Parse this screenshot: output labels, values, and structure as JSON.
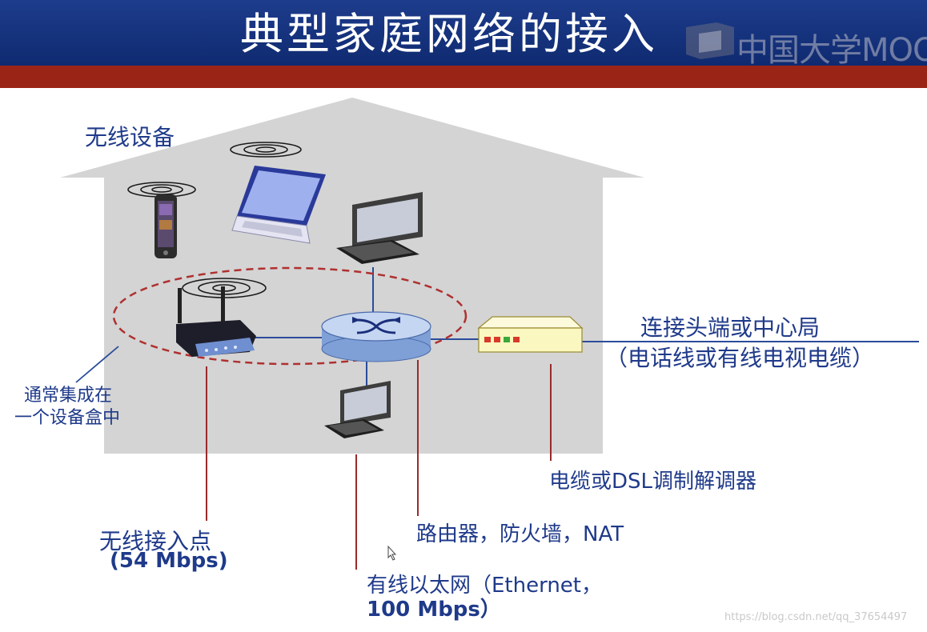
{
  "header": {
    "title": "典型家庭网络的接入",
    "logo_text": "中国大学MOOC"
  },
  "labels": {
    "wireless_devices": "无线设备",
    "headend_line1": "连接头端或中心局",
    "headend_line2": "（电话线或有线电视电缆）",
    "integrated_line1": "通常集成在",
    "integrated_line2": "一个设备盒中",
    "modem": "电缆或DSL调制解调器",
    "router": "路由器，防火墙，NAT",
    "ap_line1": "无线接入点",
    "ap_line2": "(54 Mbps)",
    "ethernet_line1": "有线以太网（Ethernet，",
    "ethernet_line2": "100 Mbps）"
  },
  "watermark": "https://blog.csdn.net/qq_37654497",
  "colors": {
    "header_blue": "#1d3c8c",
    "header_red": "#9a2416",
    "label_blue": "#1f3a8a",
    "house_gray": "#d4d4d4",
    "callout_red": "#9a2a2a",
    "link_blue": "#2a4c9a",
    "modem_yellow": "#fbf7c0"
  }
}
